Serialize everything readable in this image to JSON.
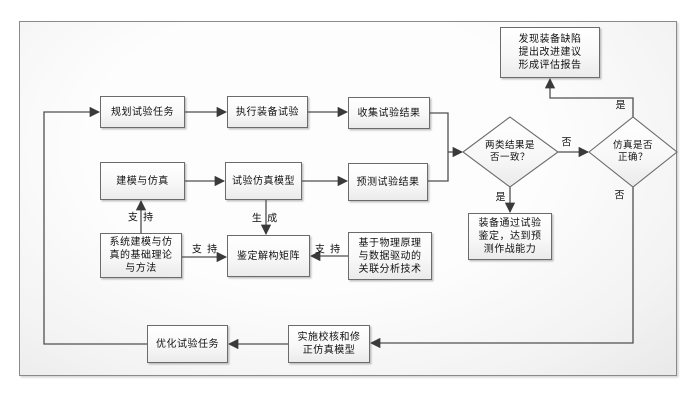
{
  "diagram": {
    "nodes": {
      "plan_tasks": {
        "label": "规划试验任务"
      },
      "execute_test": {
        "label": "执行装备试验"
      },
      "collect_results": {
        "label": "收集试验结果"
      },
      "modeling_simulation": {
        "label": "建模与仿真"
      },
      "simulation_model": {
        "label": "试验仿真模型"
      },
      "predict_results": {
        "label": "预测试验结果"
      },
      "defect_report": {
        "label": "发现装备缺陷\n提出改进建议\n形成评估报告"
      },
      "equipment_qualified": {
        "label": "装备通过试验\n鉴定，达到预\n测作战能力"
      },
      "theory_methods": {
        "label": "系统建模与仿\n真的基础理论\n与方法"
      },
      "evaluation_matrix": {
        "label": "鉴定解构矩阵"
      },
      "correlation_analysis": {
        "label": "基于物理原理\n与数据驱动的\n关联分析技术"
      },
      "optimize_tasks": {
        "label": "优化试验任务"
      },
      "verify_correct_model": {
        "label": "实施校核和修\n正仿真模型"
      }
    },
    "decisions": {
      "results_consistent": {
        "label": "两类结果是\n否一致？"
      },
      "simulation_correct": {
        "label": "仿真是否\n正确？"
      }
    },
    "edge_labels": {
      "generate": "生 成",
      "support_up": "支 持",
      "support_right": "支 持",
      "support_left": "支 持",
      "no_1": "否",
      "yes_1": "是",
      "yes_2": "是",
      "no_2": "否"
    },
    "colors": {
      "line": "#4f4f4f",
      "node_border": "#6b6b6b",
      "frame_border": "#8a8a8a"
    }
  }
}
